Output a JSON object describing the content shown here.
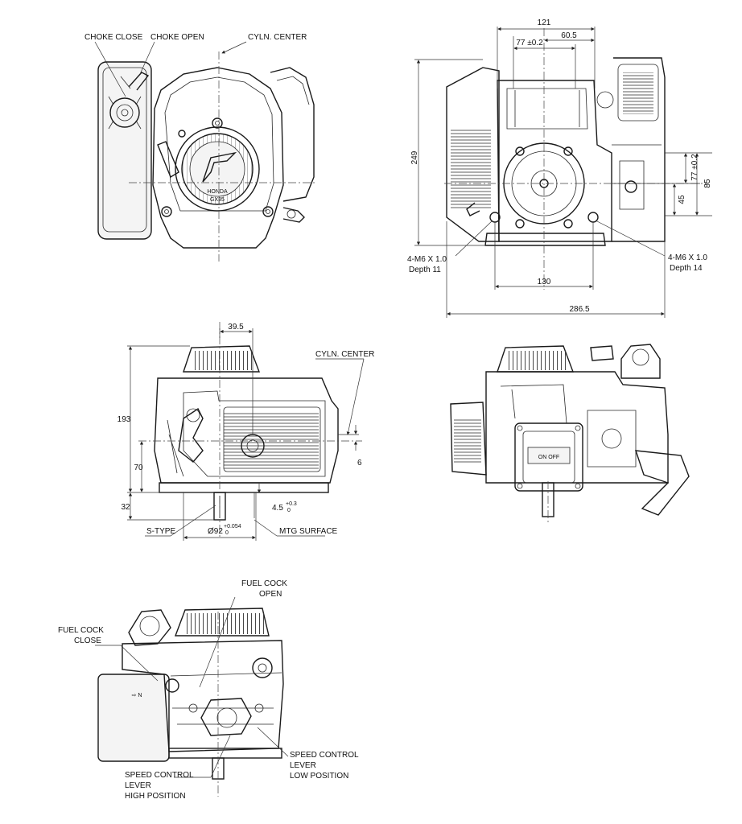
{
  "labels": {
    "choke_close": "CHOKE CLOSE",
    "choke_open": "CHOKE OPEN",
    "cyln_center_top": "CYLN. CENTER",
    "cyln_center_side": "CYLN. CENTER",
    "mount_left_1": "4-M6 X 1.0",
    "mount_left_2": "Depth 11",
    "mount_right_1": "4-M6 X 1.0",
    "mount_right_2": "Depth 14",
    "s_type": "S-TYPE",
    "mtg_surface": "MTG SURFACE",
    "fuel_cock_open_1": "FUEL COCK",
    "fuel_cock_open_2": "OPEN",
    "fuel_cock_close_1": "FUEL COCK",
    "fuel_cock_close_2": "CLOSE",
    "speed_low_1": "SPEED CONTROL",
    "speed_low_2": "LEVER",
    "speed_low_3": "LOW POSITION",
    "speed_high_1": "SPEED CONTROL",
    "speed_high_2": "LEVER",
    "speed_high_3": "HIGH POSITION",
    "brand": "HONDA",
    "model": "GX35",
    "filter": "ON OFF"
  },
  "dimensions": {
    "d121": "121",
    "d60_5": "60.5",
    "d77_02_top": "77 ±0.2",
    "d249": "249",
    "d77_02_side": "77 ±0.2",
    "d45": "45",
    "d85": "85",
    "d130": "130",
    "d286_5": "286.5",
    "d39_5": "39.5",
    "d193": "193",
    "d70": "70",
    "d32": "32",
    "d6": "6",
    "d4_5": "4.5",
    "d4_5_tol_up": "+0.3",
    "d4_5_tol_low": "0",
    "d92": "Ø92",
    "d92_tol_up": "+0.054",
    "d92_tol_low": "0"
  }
}
